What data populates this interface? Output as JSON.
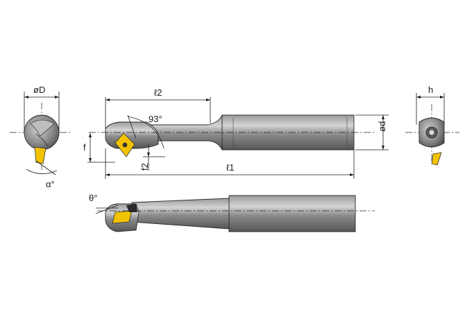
{
  "labels": {
    "dia_D": "øD",
    "length_l2": "ℓ2",
    "angle_93": "93°",
    "offset_f": "f",
    "offset_f2": "f2",
    "dia_d": "ød",
    "length_l1": "ℓ1",
    "height_h": "h",
    "angle_alpha": "α°",
    "angle_theta": "θ°"
  },
  "colors": {
    "body": "#7a7a7a",
    "body_light": "#c9c9c9",
    "body_dark": "#4a4a4a",
    "insert": "#f2c200",
    "line": "#1a1a1a"
  }
}
